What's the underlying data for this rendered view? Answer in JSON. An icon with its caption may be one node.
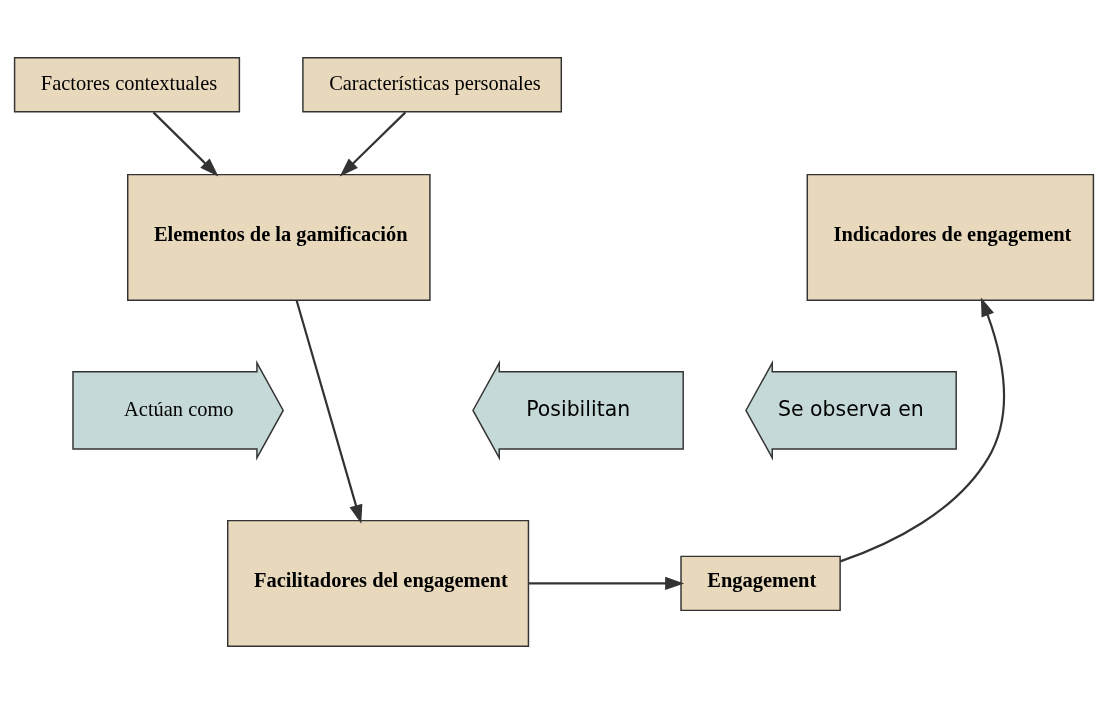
{
  "diagram": {
    "nodes": [
      {
        "text": [
          "Factores contextuales"
        ]
      },
      {
        "text": [
          "Características personales"
        ]
      },
      {
        "text": [
          "Elementos de la gamificación"
        ]
      },
      {
        "text": [
          "Indicadores de engagement"
        ]
      },
      {
        "text": [
          "Actúan como"
        ]
      },
      {
        "text": [
          "Posibilitan"
        ]
      },
      {
        "text": [
          "Se observa en"
        ]
      },
      {
        "text": [
          "Facilitadores del engagement"
        ]
      },
      {
        "text": [
          "Engagement"
        ]
      }
    ],
    "edges": [
      {
        "from": 0,
        "to": 2,
        "arrow": "to"
      },
      {
        "from": 1,
        "to": 2,
        "arrow": "to"
      },
      {
        "from": 2,
        "to": 7,
        "arrow": "to"
      },
      {
        "from": 7,
        "to": 8,
        "arrow": "to"
      },
      {
        "from": 8,
        "to": 3,
        "arrow": "to"
      }
    ]
  }
}
